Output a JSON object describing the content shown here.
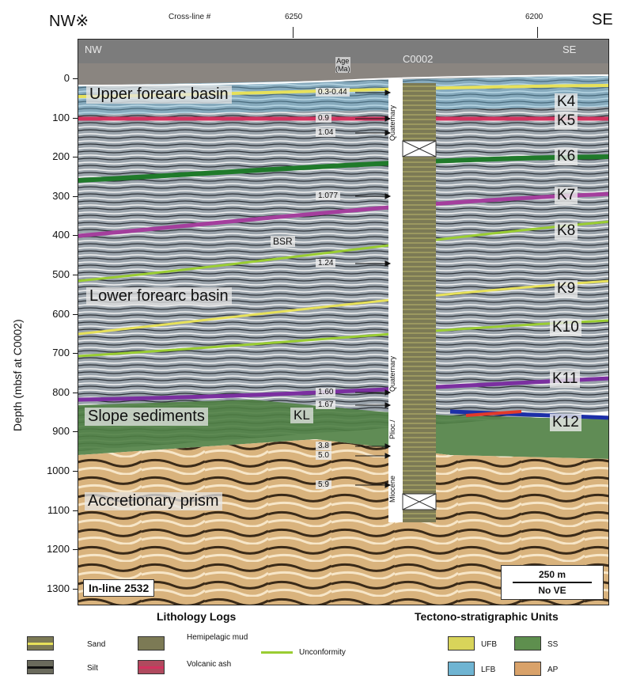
{
  "top": {
    "nw": "NW※",
    "se": "SE",
    "crossline_label": "Cross-line #",
    "crossline_ticks": [
      "6250",
      "6200"
    ]
  },
  "header": {
    "left": "NW",
    "center": "C0002",
    "right": "SE",
    "age_label": "Age\n(Ma)"
  },
  "axis": {
    "ylabel": "Depth (mbsf at C0002)",
    "ticks": [
      "0",
      "100",
      "200",
      "300",
      "400",
      "500",
      "600",
      "700",
      "800",
      "900",
      "1000",
      "1100",
      "1200",
      "1300"
    ]
  },
  "regions": {
    "upper": "Upper forearc basin",
    "lower": "Lower forearc basin",
    "slope": "Slope sediments",
    "prism": "Accretionary prism"
  },
  "units": [
    "K4",
    "K5",
    "K6",
    "K7",
    "K8",
    "K9",
    "K10",
    "K11",
    "K12"
  ],
  "tags": {
    "bsr": "BSR",
    "kl": "KL"
  },
  "ages": [
    "0.3-0.44",
    "0.9",
    "1.04",
    "1.077",
    "1.24",
    "1.60",
    "1.67",
    "3.8",
    "5.0",
    "5.9"
  ],
  "strat_labels": {
    "quaternary_top": "Quaternary",
    "quaternary_mid": "Quaternary",
    "plioc": "Plioc./",
    "miocene": "Miocene"
  },
  "inline_label": "In-line 2532",
  "scale": {
    "length": "250 m",
    "note": "No VE"
  },
  "legend": {
    "lithology_title": "Lithology Logs",
    "sand": "Sand",
    "silt": "Silt",
    "hemipelagic": "Hemipelagic mud",
    "volcanic": "Volcanic ash",
    "unconformity": "Unconformity",
    "tectono_title": "Tectono-stratigraphic Units",
    "ufb": "UFB",
    "lfb": "LFB",
    "ss": "SS",
    "ap": "AP"
  },
  "colors": {
    "ufb": "#d8d45a",
    "lfb": "#6fb4d2",
    "ss": "#5e8f4e",
    "ap": "#d9a26a",
    "sand": "#e7e15a",
    "volcanic": "#d2335f",
    "unconformity": "#9acd32",
    "hemipelagic": "#7c7a55"
  }
}
